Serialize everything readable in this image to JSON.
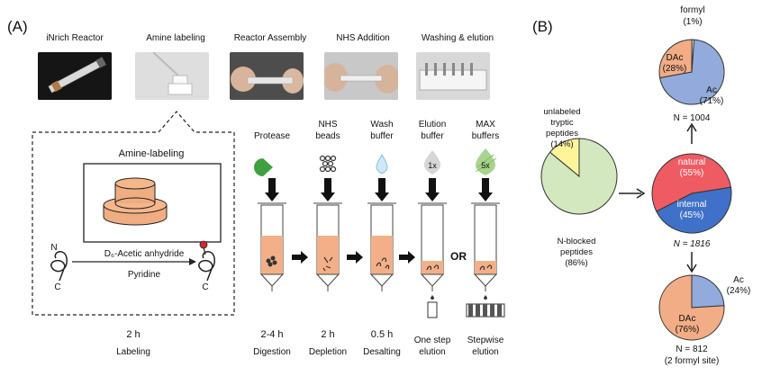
{
  "panel_a": {
    "label": "(A)",
    "photo_titles": [
      "iNrich Reactor",
      "Amine labeling",
      "Reactor Assembly",
      "NHS Addition",
      "Washing & elution"
    ],
    "inset": {
      "title": "Amine-labeling",
      "reagent_top": "D₆-Acetic anhydride",
      "reagent_bottom": "Pyridine",
      "n_label": "N",
      "c_label": "C"
    },
    "columns": [
      {
        "top1": "",
        "top2": "Protease",
        "time": "2-4 h",
        "stage": "Digestion"
      },
      {
        "top1": "NHS",
        "top2": "beads",
        "time": "2 h",
        "stage": "Depletion"
      },
      {
        "top1": "Wash",
        "top2": "buffer",
        "time": "0.5 h",
        "stage": "Desalting"
      },
      {
        "top1": "Elution",
        "top2": "buffer",
        "time": "",
        "stage": "One step",
        "stage2": "elution"
      },
      {
        "top1": "MAX",
        "top2": "buffers",
        "time": "",
        "stage": "Stepwise",
        "stage2": "elution"
      }
    ],
    "badge_1x": "1x",
    "badge_5x": "5x",
    "or_label": "OR",
    "labeling_time": "2 h",
    "labeling_stage": "Labeling"
  },
  "panel_b": {
    "label": "(B)",
    "left_pie": {
      "top_label": [
        "unlabeled",
        "tryptic",
        "peptides",
        "(14%)"
      ],
      "bottom_label": [
        "N-blocked",
        "peptides",
        "(86%)"
      ],
      "slices": [
        {
          "name": "unlabeled tryptic peptides",
          "pct": 14,
          "color": "#fff49a"
        },
        {
          "name": "N-blocked peptides",
          "pct": 86,
          "color": "#d3e8be"
        }
      ]
    },
    "center_pie": {
      "top": "natural",
      "top_pct": "(55%)",
      "bottom": "internal",
      "bottom_pct": "(45%)",
      "n_text": "N = 1816",
      "slices": [
        {
          "name": "natural",
          "pct": 55,
          "color": "#ef5b63"
        },
        {
          "name": "internal",
          "pct": 45,
          "color": "#3e71c7"
        }
      ]
    },
    "top_pie": {
      "formyl": "formyl",
      "formyl_pct": "(1%)",
      "dac": "DAc",
      "dac_pct": "(28%)",
      "ac": "Ac",
      "ac_pct": "(71%)",
      "n_text": "N = 1004",
      "slices": [
        {
          "name": "formyl",
          "pct": 1
        },
        {
          "name": "DAc",
          "pct": 28,
          "color": "#f2ad86"
        },
        {
          "name": "Ac",
          "pct": 71,
          "color": "#92abdc"
        }
      ]
    },
    "bottom_pie": {
      "ac": "Ac",
      "ac_pct": "(24%)",
      "dac": "DAc",
      "dac_pct": "(76%)",
      "n_text": "N = 812",
      "n_sub": "(2 formyl site)",
      "slices": [
        {
          "name": "Ac",
          "pct": 24,
          "color": "#92abdc"
        },
        {
          "name": "DAc",
          "pct": 76,
          "color": "#f2ad86"
        }
      ]
    }
  }
}
